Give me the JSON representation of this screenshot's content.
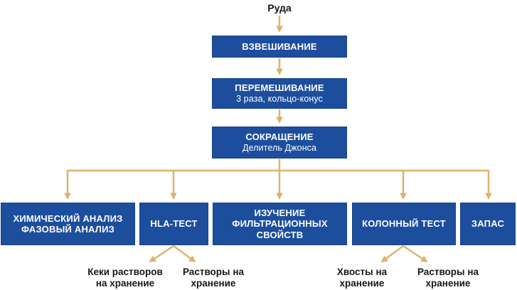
{
  "colors": {
    "box_blue": "#1D4E9E",
    "box_blue_border": "#16418A",
    "arrow_tan": "#DDB26E",
    "box_text": "#FFFFFF",
    "label_text": "#161616",
    "background": "#FFFFFF"
  },
  "diagram": {
    "source": "Руда",
    "steps": [
      {
        "title": "ВЗВЕШИВАНИЕ"
      },
      {
        "title": "ПЕРЕМЕШИВАНИЕ",
        "subtitle": "3 раза, кольцо-конус"
      },
      {
        "title": "СОКРАЩЕНИЕ",
        "subtitle": "Делитель Джонса"
      }
    ],
    "branches": [
      {
        "title": "ХИМИЧЕСКИЙ АНАЛИЗ\nФАЗОВЫЙ АНАЛИЗ"
      },
      {
        "title": "HLA-ТЕСТ"
      },
      {
        "title": "ИЗУЧЕНИЕ\nФИЛЬТРАЦИОННЫХ\nСВОЙСТВ"
      },
      {
        "title": "КОЛОННЫЙ ТЕСТ"
      },
      {
        "title": "ЗАПАС"
      }
    ],
    "outputs": [
      {
        "label": "Кеки растворов\nна хранение"
      },
      {
        "label": "Растворы на\nхранение"
      },
      {
        "label": "Хвосты на\nхранение"
      },
      {
        "label": "Растворы на\nхранение"
      }
    ]
  }
}
